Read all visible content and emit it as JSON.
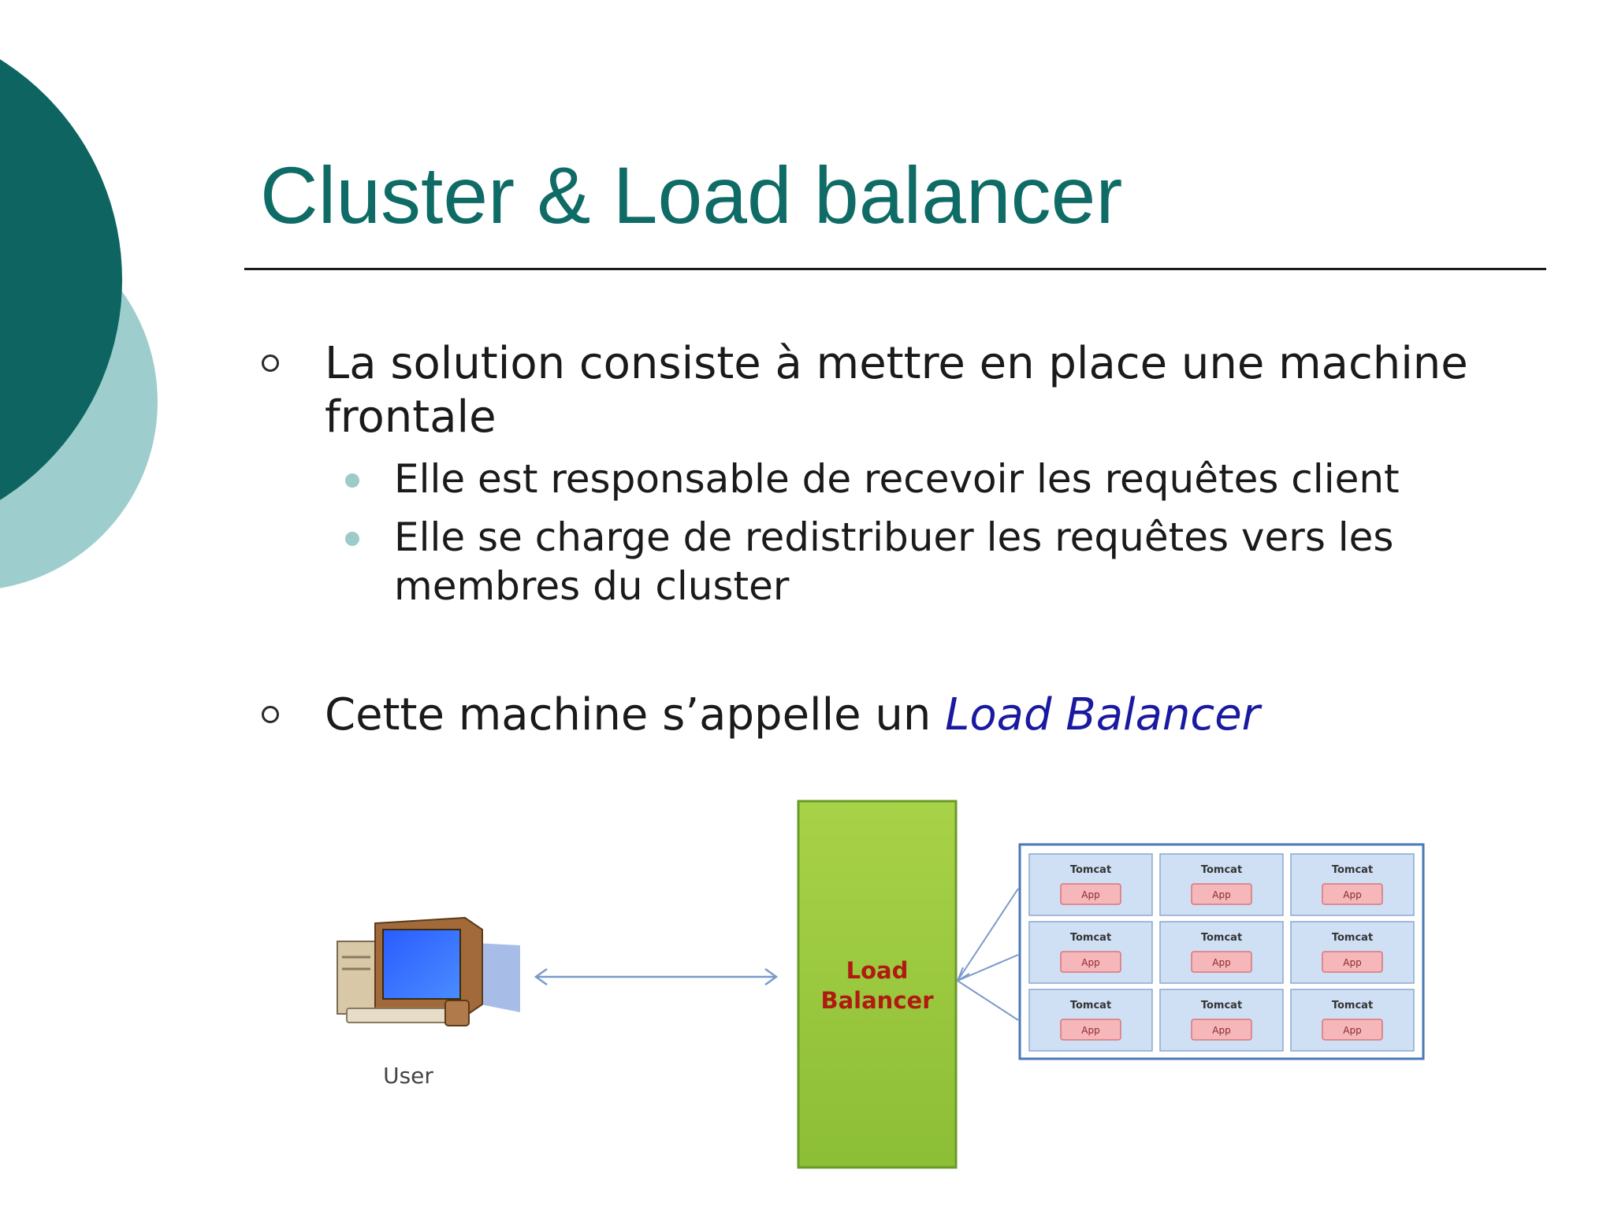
{
  "slide": {
    "title": "Cluster & Load balancer",
    "bullets": [
      {
        "text": "La solution consiste à mettre en place une machine frontale"
      },
      {
        "text": "Elle est responsable de recevoir les requêtes client"
      },
      {
        "text": "Elle se charge de redistribuer les requêtes vers les membres du cluster"
      },
      {
        "prefix": "Cette machine s’appelle un ",
        "emphasis": "Load Balancer"
      }
    ]
  },
  "diagram": {
    "user_label": "User",
    "load_balancer_label": [
      "Load",
      "Balancer"
    ],
    "server_label": "Tomcat",
    "app_label": "App",
    "grid": {
      "rows": 3,
      "columns": 3
    }
  },
  "colors": {
    "title": "#0f6b66",
    "circle_dark": "#0d6460",
    "circle_light": "#9ecdcd",
    "emphasis": "#1a1aa0",
    "load_balancer_fill": "#9ccc3a",
    "load_balancer_text": "#b01a10",
    "server_cell": "#cfe0f5",
    "app_box": "#f6b7bb"
  }
}
